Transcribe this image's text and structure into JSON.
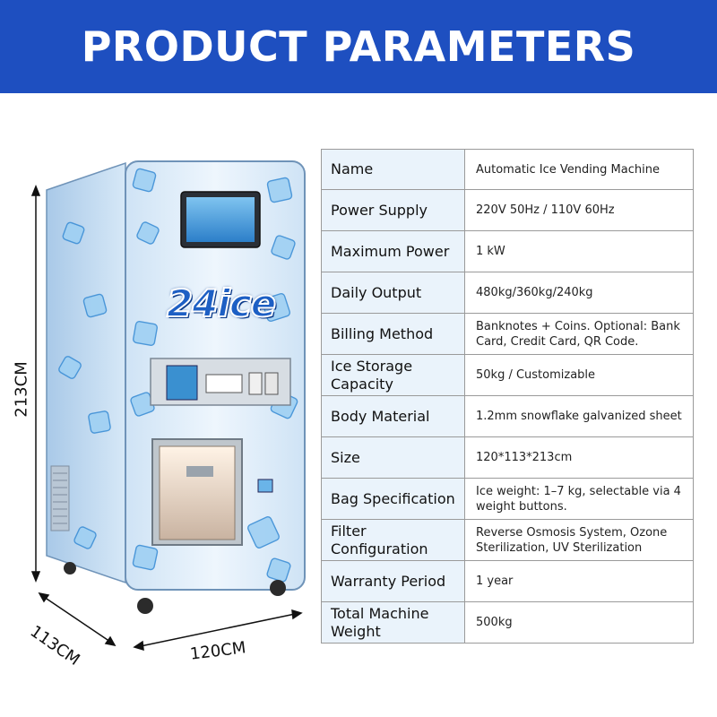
{
  "header": {
    "title": "PRODUCT PARAMETERS"
  },
  "colors": {
    "banner": "#1e4fc0",
    "key_cell_bg": "#eaf3fb",
    "border": "#9a9a9a"
  },
  "product_image": {
    "logo_text": "24ice",
    "dimensions": {
      "height": "213CM",
      "depth": "113CM",
      "width": "120CM"
    }
  },
  "specs": [
    {
      "key": "Name",
      "value": "Automatic Ice Vending Machine"
    },
    {
      "key": "Power Supply",
      "value": "220V 50Hz / 110V 60Hz"
    },
    {
      "key": "Maximum Power",
      "value": "1 kW"
    },
    {
      "key": "Daily Output",
      "value": "480kg/360kg/240kg"
    },
    {
      "key": "Billing Method",
      "value": "Banknotes + Coins. Optional: Bank Card, Credit Card, QR Code."
    },
    {
      "key": "Ice Storage Capacity",
      "value": "50kg / Customizable"
    },
    {
      "key": "Body Material",
      "value": "1.2mm snowflake galvanized sheet"
    },
    {
      "key": "Size",
      "value": "120*113*213cm"
    },
    {
      "key": "Bag Specification",
      "value": "Ice weight: 1–7 kg, selectable via 4 weight buttons."
    },
    {
      "key": "Filter Configuration",
      "value": "Reverse Osmosis System, Ozone Sterilization, UV Sterilization"
    },
    {
      "key": "Warranty Period",
      "value": "1 year"
    },
    {
      "key": "Total Machine Weight",
      "value": "500kg"
    }
  ]
}
